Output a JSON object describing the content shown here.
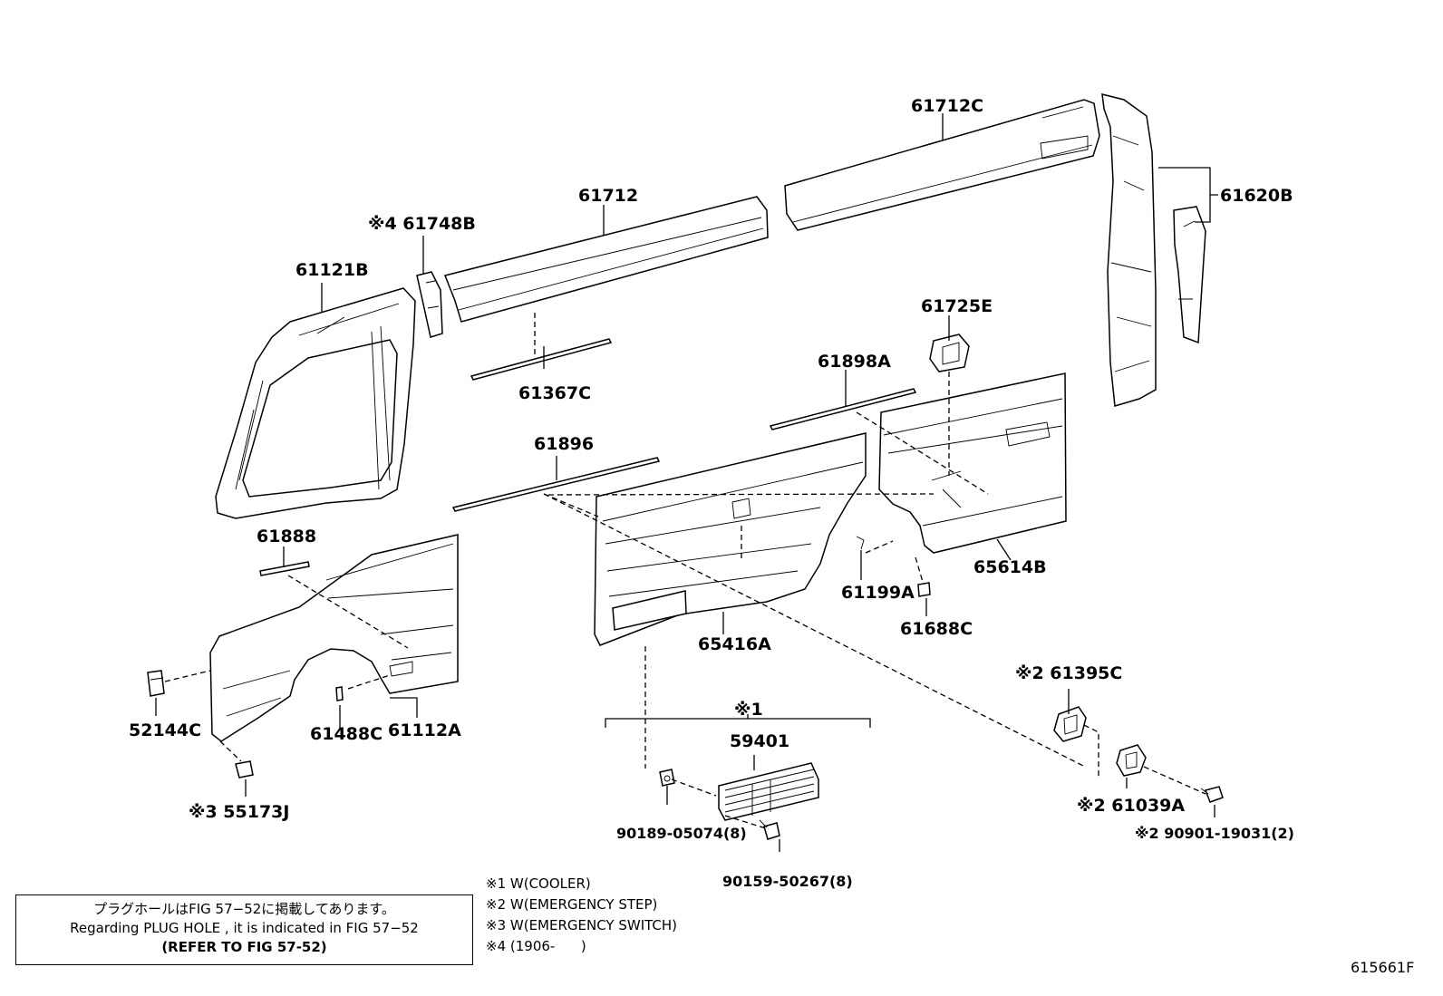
{
  "labels": {
    "p61712C": "61712C",
    "p61620B": "61620B",
    "p61712": "61712",
    "p61748B": "※4 61748B",
    "p61121B": "61121B",
    "p61725E": "61725E",
    "p61898A": "61898A",
    "p61367C": "61367C",
    "p61896": "61896",
    "p61888": "61888",
    "p61199A": "61199A",
    "p65614B": "65614B",
    "p61688C": "61688C",
    "p65416A": "65416A",
    "p52144C": "52144C",
    "p61488C": "61488C",
    "p61112A": "61112A",
    "p55173J": "※3 55173J",
    "p61395C": "※2 61395C",
    "p61039A": "※2 61039A",
    "p90901": "※2 90901-19031(2)",
    "group1": "※1",
    "p59401": "59401",
    "p90189": "90189-05074(8)",
    "p90159": "90159-50267(8)"
  },
  "note": {
    "jp": "プラグホールはFIG 57−52に掲載してあります。",
    "en": "Regarding  PLUG  HOLE , it is indicated in FIG  57−52",
    "ref": "(REFER TO FIG 57-52)"
  },
  "footnotes": [
    "※1 W(COOLER)",
    "※2 W(EMERGENCY STEP)",
    "※3 W(EMERGENCY SWITCH)",
    "※4 (1906-      )"
  ],
  "figure_code": "615661F"
}
